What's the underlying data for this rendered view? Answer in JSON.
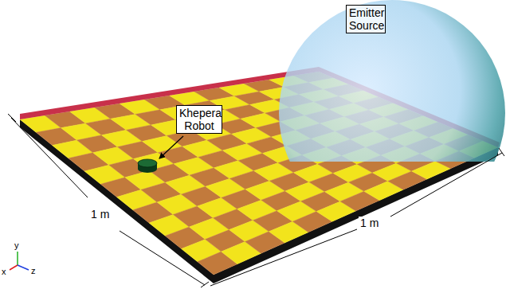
{
  "diagram": {
    "nodes": [
      {
        "text": [
          "Khepera Robot"
        ]
      },
      {
        "text": [
          "Emitter Source"
        ]
      }
    ],
    "labels": [
      "1 m",
      "1 m",
      "y",
      "x",
      "z"
    ]
  }
}
